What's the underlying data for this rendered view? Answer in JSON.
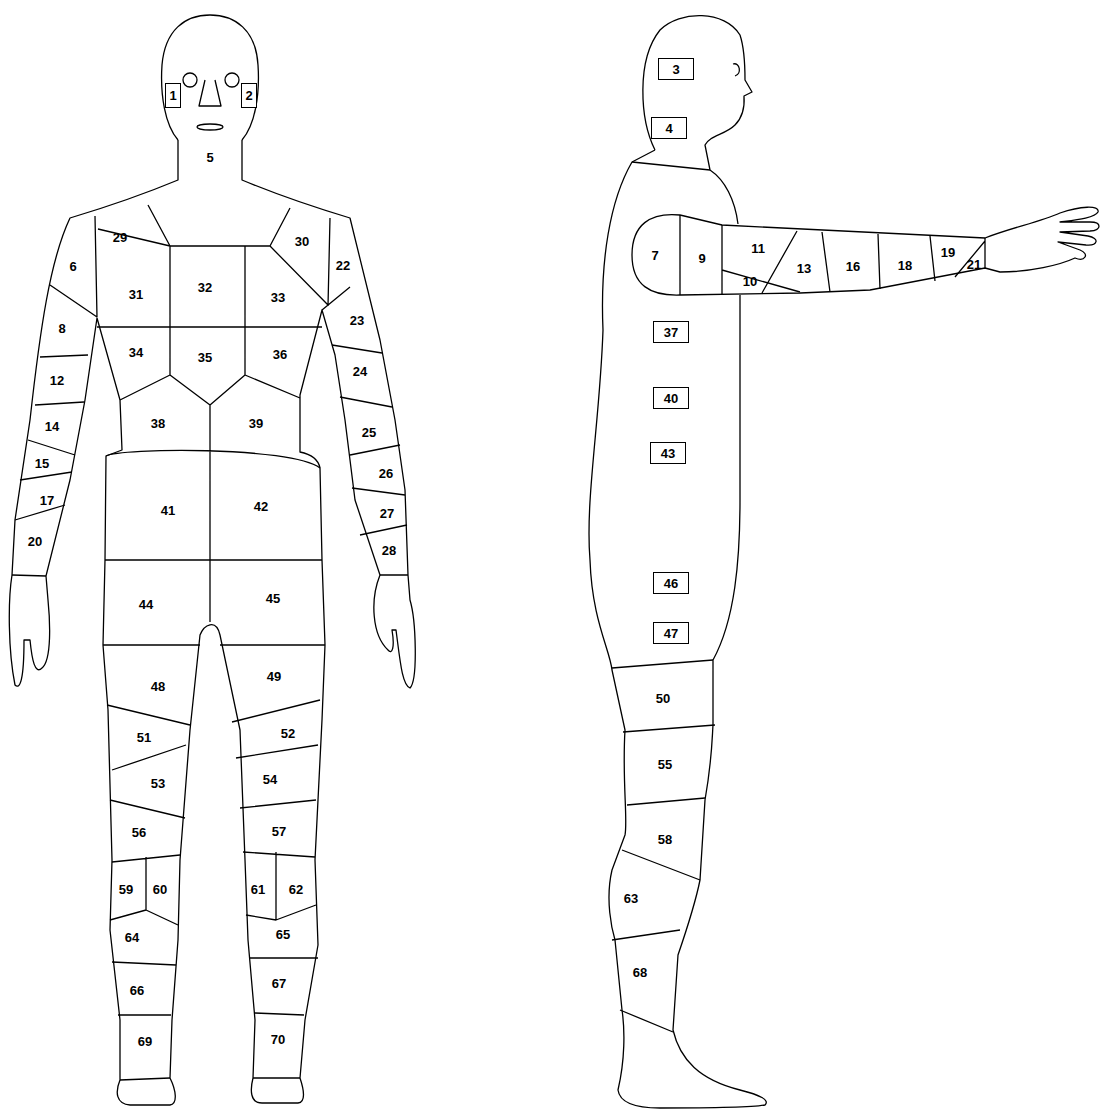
{
  "diagram": {
    "nodes": [
      {
        "text": [
          "1"
        ]
      },
      {
        "text": [
          "2"
        ]
      },
      {
        "text": [
          "3"
        ]
      },
      {
        "text": [
          "4"
        ]
      },
      {
        "text": [
          "37"
        ]
      },
      {
        "text": [
          "40"
        ]
      },
      {
        "text": [
          "43"
        ]
      },
      {
        "text": [
          "46"
        ]
      },
      {
        "text": [
          "47"
        ]
      }
    ],
    "labels": [
      "5",
      "6",
      "29",
      "30",
      "22",
      "31",
      "32",
      "33",
      "8",
      "23",
      "34",
      "35",
      "36",
      "12",
      "24",
      "38",
      "39",
      "14",
      "25",
      "15",
      "26",
      "41",
      "42",
      "17",
      "27",
      "20",
      "28",
      "44",
      "45",
      "48",
      "49",
      "51",
      "52",
      "53",
      "54",
      "56",
      "57",
      "59",
      "60",
      "61",
      "62",
      "64",
      "65",
      "66",
      "67",
      "69",
      "70",
      "7",
      "9",
      "11",
      "10",
      "13",
      "16",
      "18",
      "19",
      "21",
      "50",
      "55",
      "58",
      "63",
      "68"
    ]
  }
}
